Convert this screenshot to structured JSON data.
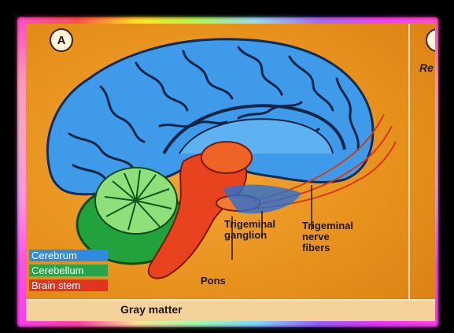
{
  "panel_letter": "A",
  "side_text": "Re",
  "legend": [
    {
      "label": "Cerebrum",
      "color": "#2f8be0"
    },
    {
      "label": "Cerebellum",
      "color": "#2aa44a"
    },
    {
      "label": "Brain stem",
      "color": "#e0341e"
    }
  ],
  "labels": {
    "trigeminal_ganglion": "Trigeminal\nganglion",
    "trigeminal_nerve_fibers": "Trigeminal\nnerve\nfibers",
    "pons": "Pons"
  },
  "bottom_label": "Gray matter"
}
